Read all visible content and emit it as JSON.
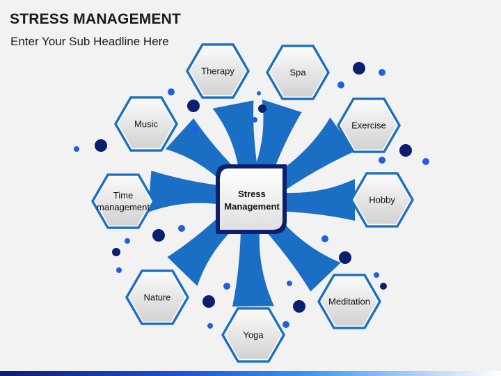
{
  "header": {
    "title": "STRESS MANAGEMENT",
    "subtitle": "Enter Your Sub Headline Here"
  },
  "diagram": {
    "center": {
      "label": "Stress\nManagement"
    },
    "nodes": [
      {
        "id": "therapy",
        "label": "Therapy"
      },
      {
        "id": "spa",
        "label": "Spa"
      },
      {
        "id": "music",
        "label": "Music"
      },
      {
        "id": "exercise",
        "label": "Exercise"
      },
      {
        "id": "time-management",
        "label": "Time\nmanagement"
      },
      {
        "id": "hobby",
        "label": "Hobby"
      },
      {
        "id": "nature",
        "label": "Nature"
      },
      {
        "id": "meditation",
        "label": "Meditation"
      },
      {
        "id": "yoga",
        "label": "Yoga"
      }
    ]
  },
  "colors": {
    "branch": "#1a6fc4",
    "hex_border": "#1a6fc4",
    "center_border": "#0b1f6e",
    "dot_dark": "#0b1f6e",
    "dot_light": "#1f5fe0"
  }
}
